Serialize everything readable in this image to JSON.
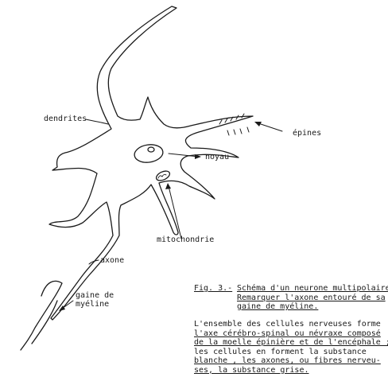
{
  "labels": {
    "dendrites": "dendrites",
    "epines": "épines",
    "noyau": "noyau",
    "mitochondrie": "mitochondrie",
    "axone": "axone",
    "gaine_line1": "gaine de",
    "gaine_line2": "myéline"
  },
  "caption": {
    "fig_label": "Fig. 3.-",
    "title_lines": [
      "Schéma d'un neurone multipolaire",
      "Remarquer l'axone entouré de sa",
      "gaine de myéline."
    ]
  },
  "paragraph": {
    "lines": [
      "L'ensemble des cellules nerveuses forme",
      "l'axe cérébro-spinal ou névraxe composé",
      "de la moelle épinière et de l'encéphale ;",
      "les cellules en forment la substance",
      "blanche , les axones, ou fibres nerveu-",
      "ses, la substance grise."
    ]
  },
  "colors": {
    "ink": "#1a1a1a",
    "paper": "#ffffff"
  }
}
